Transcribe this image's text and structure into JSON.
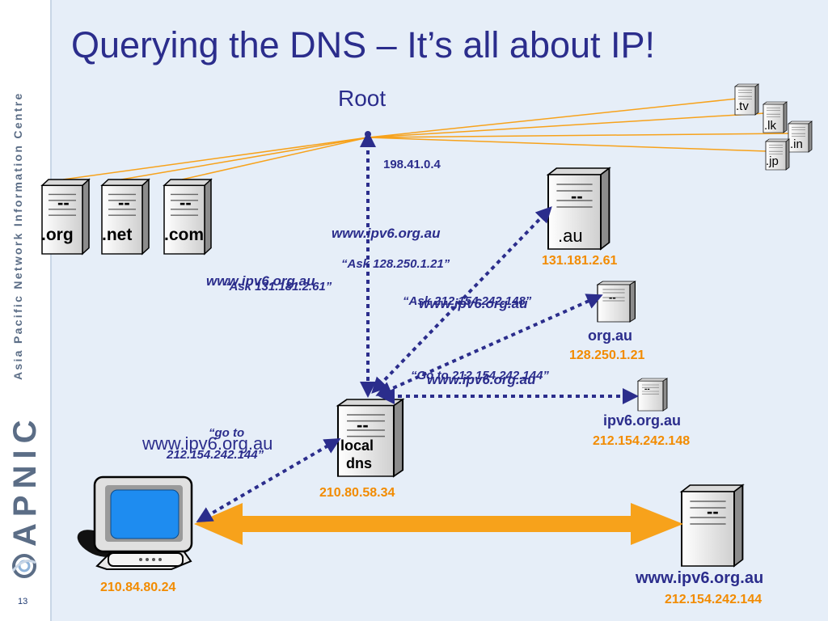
{
  "sidebar": {
    "organization": "Asia Pacific Network Information Centre",
    "logo_text": "APNIC",
    "slide_number": "13"
  },
  "title": "Querying the DNS – It’s all about IP!",
  "root": {
    "label": "Root",
    "ip": "198.41.0.4",
    "tld_servers": [
      ".tv",
      ".lk",
      ".in",
      ".jp",
      ".org",
      ".net",
      ".com"
    ]
  },
  "servers": {
    "au": {
      "label": ".au",
      "ip": "131.181.2.61"
    },
    "org_au": {
      "label": "org.au",
      "ip": "128.250.1.21"
    },
    "ipv6_org_au": {
      "label": "ipv6.org.au",
      "ip": "212.154.242.148"
    },
    "local_dns": {
      "label_line1": "local",
      "label_line2": "dns",
      "ip": "210.80.58.34"
    },
    "web": {
      "label": "www.ipv6.org.au",
      "ip": "212.154.242.144"
    },
    "client": {
      "ip": "210.84.80.24"
    }
  },
  "server_glyph": "--",
  "messages": {
    "q_root": "www.ipv6.org.au",
    "a_root": "“Ask 131.181.2.61”",
    "q_au": "www.ipv6.org.au",
    "a_au": "“Ask 128.250.1.21”",
    "q_org": "www.ipv6.org.au",
    "a_org": "“Ask 212.154.242.148”",
    "q_ipv6": "www.ipv6.org.au",
    "a_ipv6": "“Go to 212.154.242.144”",
    "client_query": "www.ipv6.org.au",
    "client_answer_line1": "“go to",
    "client_answer_line2": "212.154.242.144”"
  },
  "colors": {
    "title": "#2b2d8c",
    "arrows": "#2b2d8c",
    "root_lines": "#f7a21b",
    "ip_text": "#f28b00",
    "background": "#e6eef8",
    "monitor_screen": "#1e8cf0"
  }
}
